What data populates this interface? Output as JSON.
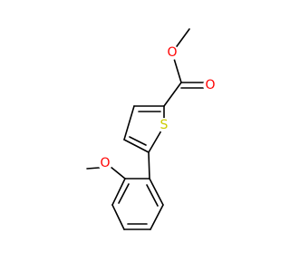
{
  "molecule": {
    "atoms": {
      "ester_carbonyl_oxygen": {
        "symbol": "O",
        "color": "#ff0000"
      },
      "ester_ether_oxygen": {
        "symbol": "O",
        "color": "#ff0000"
      },
      "ring_sulfur": {
        "symbol": "S",
        "color": "#cccc00"
      },
      "methoxy_oxygen": {
        "symbol": "O",
        "color": "#ff0000"
      }
    },
    "bond_color": "#000000"
  }
}
